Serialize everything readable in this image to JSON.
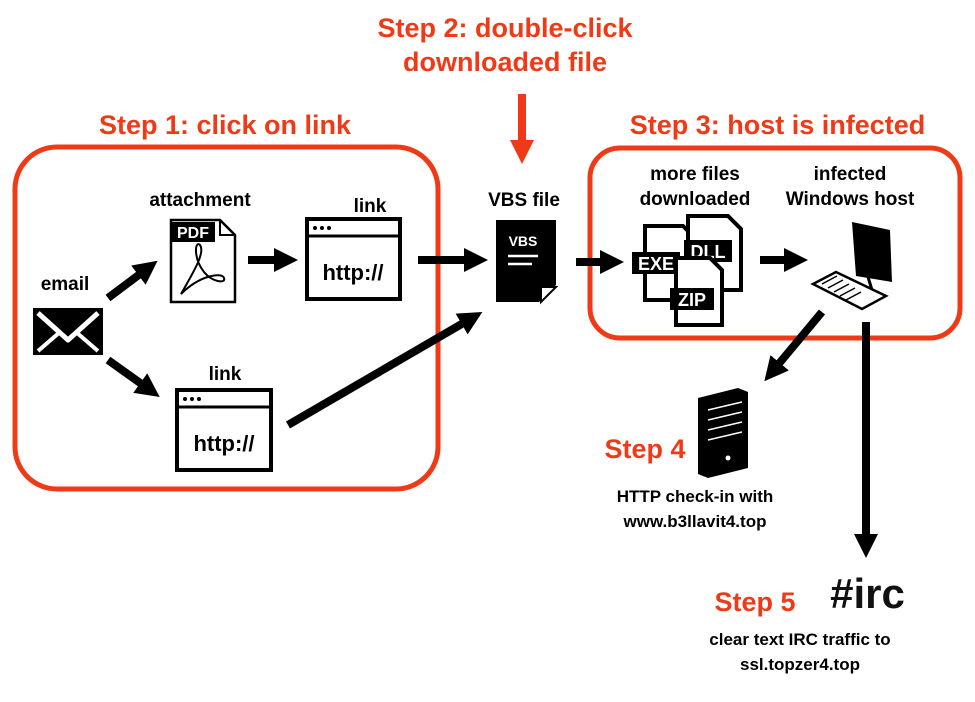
{
  "steps": {
    "step1": "Step 1: click on link",
    "step2_line1": "Step 2: double-click",
    "step2_line2": "downloaded file",
    "step3": "Step 3: host is infected",
    "step4": "Step 4",
    "step5": "Step 5"
  },
  "labels": {
    "email": "email",
    "attachment": "attachment",
    "link_top": "link",
    "link_bottom": "link",
    "vbs_file": "VBS file",
    "more_files_line1": "more files",
    "more_files_line2": "downloaded",
    "infected_line1": "infected",
    "infected_line2": "Windows host",
    "http_checkin_line1": "HTTP check-in with",
    "http_checkin_line2": "www.b3llavit4.top",
    "irc_line1": "clear text IRC traffic to",
    "irc_line2": "ssl.topzer4.top",
    "irc_logo": "#irc"
  },
  "icons": {
    "pdf_text": "PDF",
    "browser_url_top": "http://",
    "browser_url_bottom": "http://",
    "vbs_text": "VBS",
    "exe_text": "EXE",
    "dll_text": "DLL",
    "zip_text": "ZIP"
  },
  "colors": {
    "accent": "#f03a17",
    "ink": "#000000"
  }
}
